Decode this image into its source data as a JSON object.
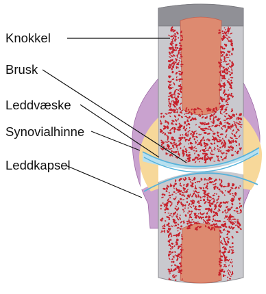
{
  "labels": {
    "bone": "Knokkel",
    "cartilage": "Brusk",
    "synovial_fluid": "Leddvæske",
    "synovial_membrane": "Synovialhinne",
    "joint_capsule": "Leddkapsel"
  },
  "colors": {
    "bone_shell": "#c9c9ce",
    "bone_cap": "#909096",
    "marrow": "#dd8a70",
    "spongy_bone": "#c7202a",
    "capsule": "#c9a2cf",
    "synovial_membrane": "#f7d89a",
    "cartilage_line": "#56b2da",
    "synovial_fluid": "#b8e0ef",
    "leader_line": "#111111"
  }
}
